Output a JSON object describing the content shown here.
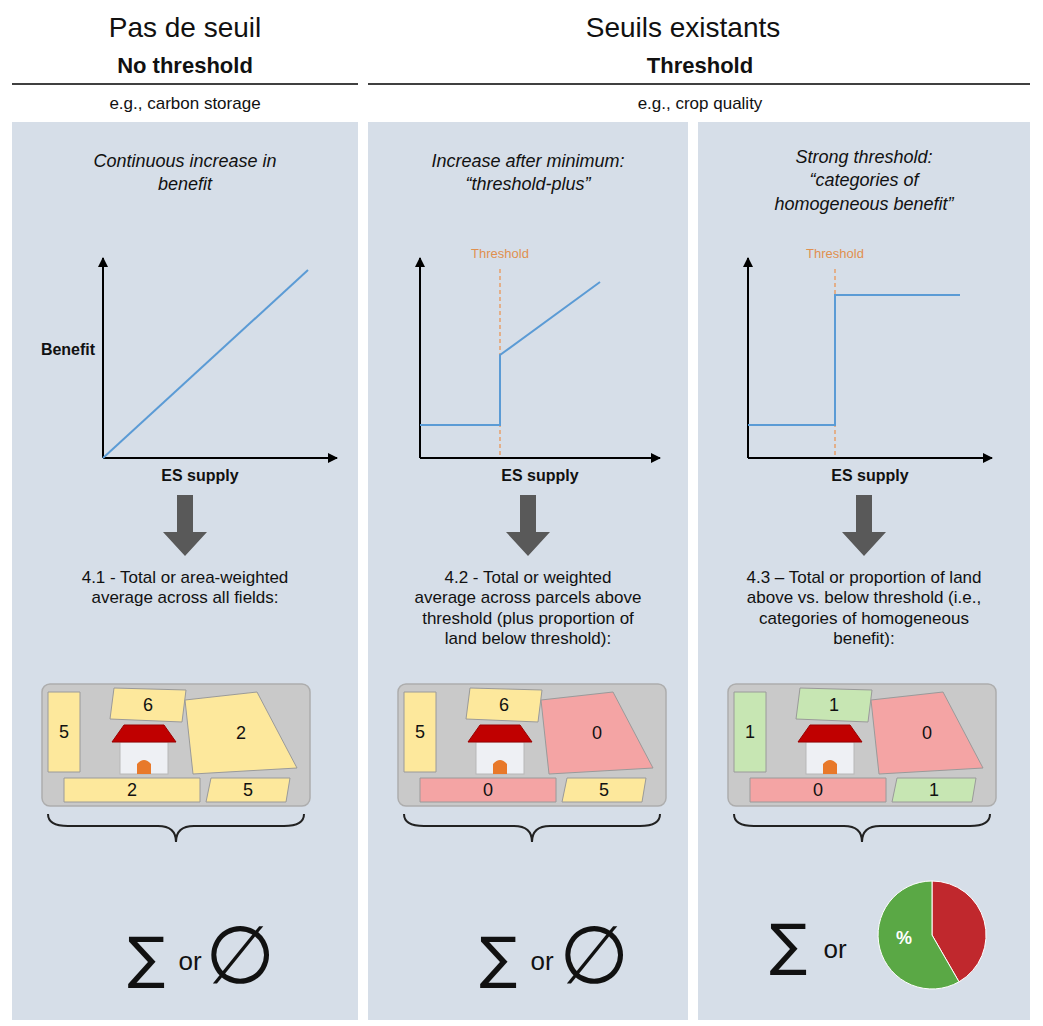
{
  "diagram": {
    "nodes": [
      {
        "text": [
          "Continuous increase in benefit",
          "4.1 - Total or area-weighted average across all fields:"
        ]
      },
      {
        "text": [
          "5"
        ],
        "in": 0
      },
      {
        "text": [
          "6"
        ],
        "in": 0
      },
      {
        "text": [
          "2"
        ],
        "in": 0
      },
      {
        "text": [
          "2"
        ],
        "in": 0
      },
      {
        "text": [
          "5"
        ],
        "in": 0
      },
      {
        "text": [
          "Increase after minimum: “threshold-plus”",
          "4.2 - Total or weighted average across parcels above threshold (plus proportion of land below threshold):"
        ]
      },
      {
        "text": [
          "5"
        ],
        "in": 6
      },
      {
        "text": [
          "6"
        ],
        "in": 6
      },
      {
        "text": [
          "0"
        ],
        "in": 6
      },
      {
        "text": [
          "0"
        ],
        "in": 6
      },
      {
        "text": [
          "5"
        ],
        "in": 6
      },
      {
        "text": [
          "Strong threshold: “categories of homogeneous benefit”",
          "4.3 – Total or proportion of land above vs. below threshold (i.e., categories of homogeneous benefit):"
        ]
      },
      {
        "text": [
          "1"
        ],
        "in": 12
      },
      {
        "text": [
          "1"
        ],
        "in": 12
      },
      {
        "text": [
          "0"
        ],
        "in": 12
      },
      {
        "text": [
          "0"
        ],
        "in": 12
      },
      {
        "text": [
          "1"
        ],
        "in": 12
      }
    ],
    "labels": [
      "Pas de seuil",
      "Seuils existants",
      "No threshold",
      "e.g., carbon storage",
      "Threshold",
      "e.g., crop quality",
      "Benefit",
      "ES supply",
      "Threshold",
      "ES supply",
      "Threshold",
      "ES supply",
      "∑",
      "or",
      "∅",
      "∑",
      "or",
      "∅",
      "∑",
      "or",
      "%"
    ]
  }
}
